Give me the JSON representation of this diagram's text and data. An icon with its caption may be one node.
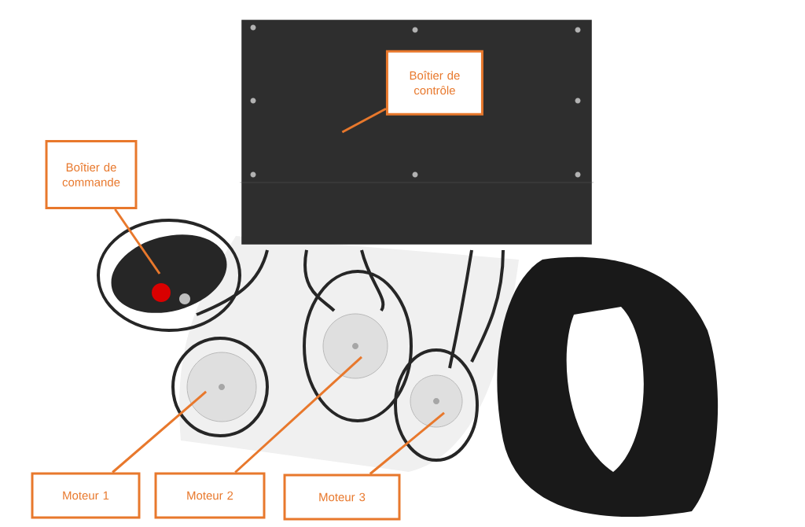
{
  "diagram": {
    "nodes": [
      {
        "text": [],
        "shape": "picture"
      },
      {
        "text": [
          "Boîtier de contrôle"
        ],
        "in": 0
      },
      {
        "text": [
          "Boîtier de commande"
        ]
      },
      {
        "text": [],
        "shape": "picture"
      },
      {
        "text": [
          "Moteur 1"
        ]
      },
      {
        "text": [],
        "shape": "picture"
      },
      {
        "text": [
          "Moteur 2"
        ]
      },
      {
        "text": [],
        "shape": "picture"
      },
      {
        "text": [
          "Moteur 3"
        ]
      },
      {
        "text": [],
        "shape": "picture"
      }
    ],
    "edges": [
      {
        "from": 1,
        "to": 0,
        "arrow": "none"
      },
      {
        "from": 2,
        "to": 3,
        "arrow": "none"
      },
      {
        "from": 4,
        "to": 5,
        "arrow": "none"
      },
      {
        "from": 6,
        "to": 7,
        "arrow": "none"
      },
      {
        "from": 8,
        "to": 9,
        "arrow": "none"
      }
    ]
  }
}
